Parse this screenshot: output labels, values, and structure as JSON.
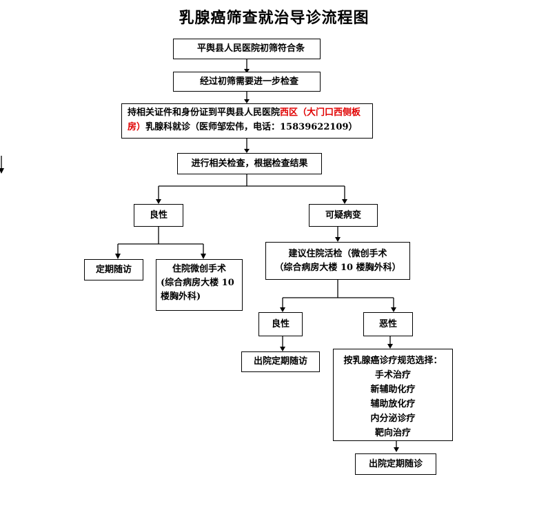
{
  "title": "乳腺癌筛查就治导诊流程图",
  "steps": {
    "screen_pass": "平舆县人民医院初筛符合条",
    "further_exam": "经过初筛需要进一步检查",
    "visit": {
      "part1": "持相关证件和身份证到平舆县人民医院",
      "part2_red": "西区（大门口西侧板房）",
      "part3": "乳腺科就诊（医师邹宏伟，电话：15839622109）"
    },
    "exam_result": "进行相关检查，根据检查结果"
  },
  "benign_branch": {
    "label": "良性",
    "followup": "定期随访",
    "surgery_line1": "住院微创手术",
    "surgery_line2": "(综合病房大楼 10",
    "surgery_line3": "楼胸外科)"
  },
  "suspicious_branch": {
    "label": "可疑病变",
    "biopsy_line1": "建议住院活检（微创手术",
    "biopsy_line2": "（综合病房大楼 10 楼胸外科）",
    "benign_label": "良性",
    "benign_followup": "出院定期随访",
    "malignant_label": "恶性",
    "treatment_title": "按乳腺癌诊疗规范选择：",
    "treatments": [
      "手术治疗",
      "新辅助化疗",
      "辅助放化疗",
      "内分泌诊疗",
      "靶向治疗"
    ],
    "final_followup": "出院定期随诊"
  }
}
